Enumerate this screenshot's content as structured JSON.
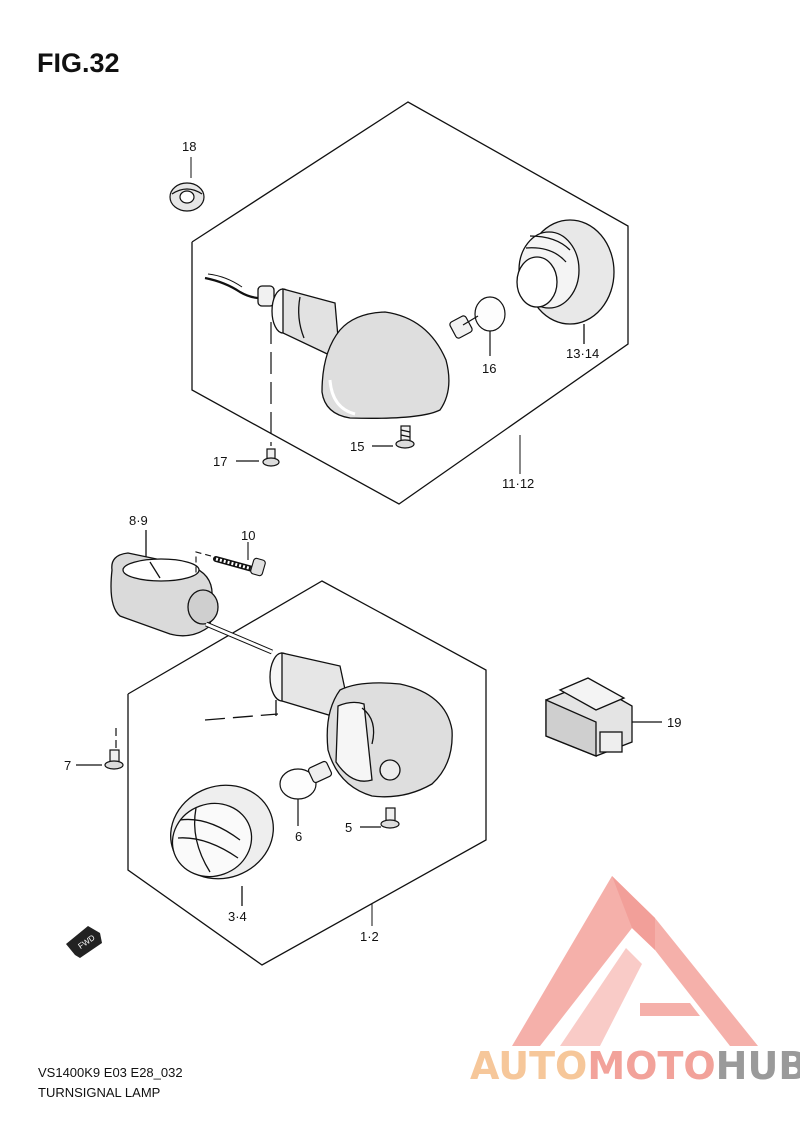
{
  "figure": {
    "title": "FIG.32"
  },
  "callouts": {
    "p18": "18",
    "p13_14": "13·14",
    "p16": "16",
    "p17": "17",
    "p15": "15",
    "p11_12": "11·12",
    "p8_9": "8·9",
    "p10": "10",
    "p19": "19",
    "p7": "7",
    "p6": "6",
    "p5": "5",
    "p3_4": "3·4",
    "p1_2": "1·2"
  },
  "fwd_arrow_label": "FWD",
  "footer": {
    "model_code": "VS1400K9 E03 E28_032",
    "section_name": "TURNSIGNAL LAMP"
  },
  "watermark": {
    "part1": "AUTO",
    "part2": "MOTO",
    "part3": "HUB",
    "colors": {
      "auto": "#f6c79a",
      "moto": "#f2a29a",
      "hub": "#9a9a9a",
      "logo": "#f4a39c"
    }
  }
}
